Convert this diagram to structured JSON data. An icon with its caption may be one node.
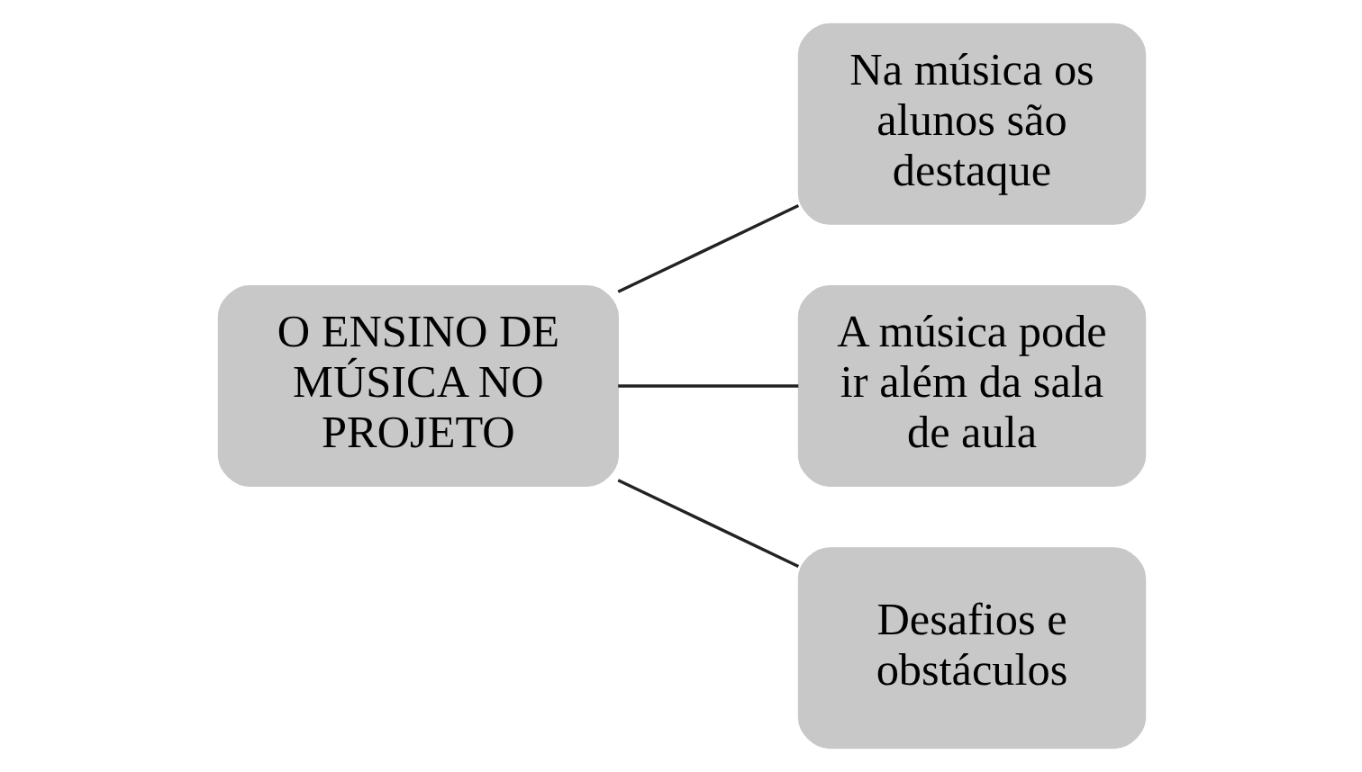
{
  "diagram": {
    "nodes": [
      {
        "text": [
          "O ENSINO DE MÚSICA NO PROJETO"
        ]
      },
      {
        "text": [
          "Na música os alunos são destaque"
        ]
      },
      {
        "text": [
          "A música pode ir além da sala de aula"
        ]
      },
      {
        "text": [
          "Desafios e obstáculos"
        ]
      }
    ],
    "edges": [
      {
        "from": 0,
        "to": 1,
        "arrow": "none"
      },
      {
        "from": 0,
        "to": 2,
        "arrow": "none"
      },
      {
        "from": 0,
        "to": 3,
        "arrow": "none"
      }
    ]
  }
}
